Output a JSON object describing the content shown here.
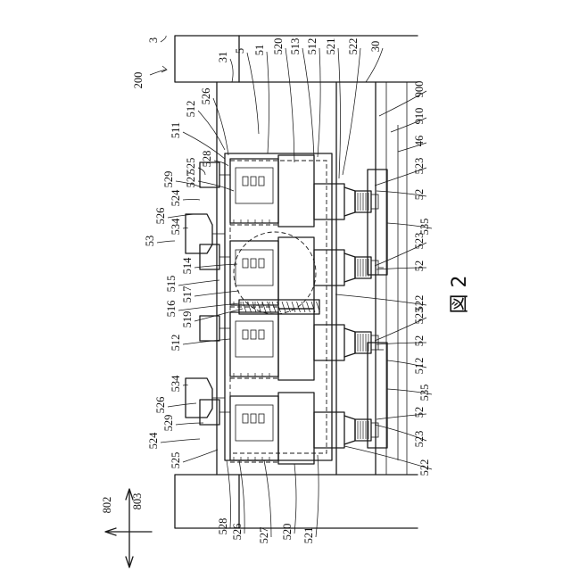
{
  "figure": {
    "caption": "図 2",
    "line_color": "#1a1a1a",
    "background": "#ffffff"
  },
  "labels": [
    {
      "id": "l-3",
      "text": "3"
    },
    {
      "id": "l-31",
      "text": "31"
    },
    {
      "id": "l-5",
      "text": "5"
    },
    {
      "id": "l-51",
      "text": "51"
    },
    {
      "id": "l-520-top",
      "text": "520"
    },
    {
      "id": "l-513",
      "text": "513"
    },
    {
      "id": "l-512-top",
      "text": "512"
    },
    {
      "id": "l-521-top",
      "text": "521"
    },
    {
      "id": "l-522-top",
      "text": "522"
    },
    {
      "id": "l-30",
      "text": "30"
    },
    {
      "id": "l-200",
      "text": "200"
    },
    {
      "id": "l-900",
      "text": "900"
    },
    {
      "id": "l-910",
      "text": "910"
    },
    {
      "id": "l-46",
      "text": "46"
    },
    {
      "id": "l-526-a",
      "text": "526"
    },
    {
      "id": "l-512-a",
      "text": "512"
    },
    {
      "id": "l-511",
      "text": "511"
    },
    {
      "id": "l-528-a",
      "text": "528"
    },
    {
      "id": "l-525-a",
      "text": "525"
    },
    {
      "id": "l-527-a",
      "text": "527"
    },
    {
      "id": "l-529-a",
      "text": "529"
    },
    {
      "id": "l-524-a",
      "text": "524"
    },
    {
      "id": "l-526-b",
      "text": "526"
    },
    {
      "id": "l-534-a",
      "text": "534"
    },
    {
      "id": "l-53",
      "text": "53"
    },
    {
      "id": "l-514",
      "text": "514"
    },
    {
      "id": "l-515",
      "text": "515"
    },
    {
      "id": "l-517",
      "text": "517"
    },
    {
      "id": "l-516",
      "text": "516"
    },
    {
      "id": "l-519",
      "text": "519"
    },
    {
      "id": "l-512-b",
      "text": "512"
    },
    {
      "id": "l-534-b",
      "text": "534"
    },
    {
      "id": "l-526-c",
      "text": "526"
    },
    {
      "id": "l-529-b",
      "text": "529"
    },
    {
      "id": "l-524-b",
      "text": "524"
    },
    {
      "id": "l-525-b",
      "text": "525"
    },
    {
      "id": "l-528-b",
      "text": "528"
    },
    {
      "id": "l-526-d",
      "text": "526"
    },
    {
      "id": "l-527-b",
      "text": "527"
    },
    {
      "id": "l-520-b",
      "text": "520"
    },
    {
      "id": "l-521-b",
      "text": "521"
    },
    {
      "id": "l-522-b",
      "text": "522"
    },
    {
      "id": "l-523-a",
      "text": "523"
    },
    {
      "id": "l-52-a",
      "text": "52"
    },
    {
      "id": "l-535-a",
      "text": "535"
    },
    {
      "id": "l-523-b",
      "text": "523"
    },
    {
      "id": "l-52-b",
      "text": "52"
    },
    {
      "id": "l-522-c",
      "text": "522"
    },
    {
      "id": "l-523-c",
      "text": "523"
    },
    {
      "id": "l-52-c",
      "text": "52"
    },
    {
      "id": "l-512-c",
      "text": "512"
    },
    {
      "id": "l-535-b",
      "text": "535"
    },
    {
      "id": "l-52-d",
      "text": "52"
    },
    {
      "id": "l-523-d",
      "text": "523"
    },
    {
      "id": "l-802",
      "text": "802"
    },
    {
      "id": "l-803",
      "text": "803"
    }
  ]
}
